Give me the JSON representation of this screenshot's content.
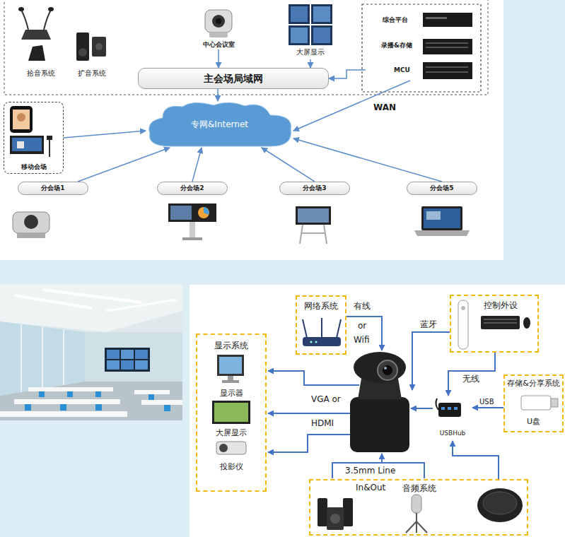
{
  "diagram": {
    "nodes": [
      {
        "text": [
          "拾音系统"
        ]
      },
      {
        "text": [
          "扩音系统"
        ]
      },
      {
        "text": [
          "中心会议室"
        ]
      },
      {
        "text": [
          "大屏显示"
        ]
      },
      {
        "text": [
          "综合平台"
        ]
      },
      {
        "text": [
          "录播&存储"
        ]
      },
      {
        "text": [
          "MCU"
        ]
      },
      {
        "text": [
          "主会场局域网"
        ]
      },
      {
        "text": [
          "专网&Internet"
        ]
      },
      {
        "text": [
          "移动会场"
        ]
      },
      {
        "text": [
          "分会场1"
        ]
      },
      {
        "text": [
          "分会场2"
        ]
      },
      {
        "text": [
          "分会场3"
        ]
      },
      {
        "text": [
          "分会场5"
        ]
      },
      {
        "text": [
          "网络系统"
        ]
      },
      {
        "text": [
          "控制外设"
        ]
      },
      {
        "text": [
          "显示系统",
          "显示器",
          "大屏显示",
          "投影仪"
        ]
      },
      {
        "text": [
          "存储&分享系统",
          "U盘"
        ]
      },
      {
        "text": [
          "USBHub"
        ]
      },
      {
        "text": [
          "音频系统"
        ]
      }
    ],
    "edges": [
      {
        "from": 2,
        "to": 7,
        "arrow": "to"
      },
      {
        "from": 3,
        "to": 7,
        "arrow": "to"
      },
      {
        "from": 6,
        "to": 7,
        "arrow": "to"
      },
      {
        "from": 7,
        "to": 8,
        "arrow": "to"
      },
      {
        "from": 6,
        "to": 8,
        "label": "WAN",
        "arrow": "to"
      },
      {
        "from": 9,
        "to": 8,
        "arrow": "to"
      },
      {
        "from": 10,
        "to": 8,
        "arrow": "to"
      },
      {
        "from": 11,
        "to": 8,
        "arrow": "to"
      },
      {
        "from": 12,
        "to": 8,
        "arrow": "to"
      },
      {
        "from": 13,
        "to": 8,
        "arrow": "to"
      },
      {
        "from": 15,
        "to": 18,
        "label": "无线",
        "arrow": "to"
      },
      {
        "from": 17,
        "to": 18,
        "label": "USB",
        "arrow": "to"
      },
      {
        "from": 19,
        "to": 18,
        "arrow": "to"
      }
    ],
    "labels": [
      "有线",
      "or",
      "Wifi",
      "蓝牙",
      "VGA or",
      "HDMI",
      "3.5mm Line",
      "In&Out"
    ]
  }
}
